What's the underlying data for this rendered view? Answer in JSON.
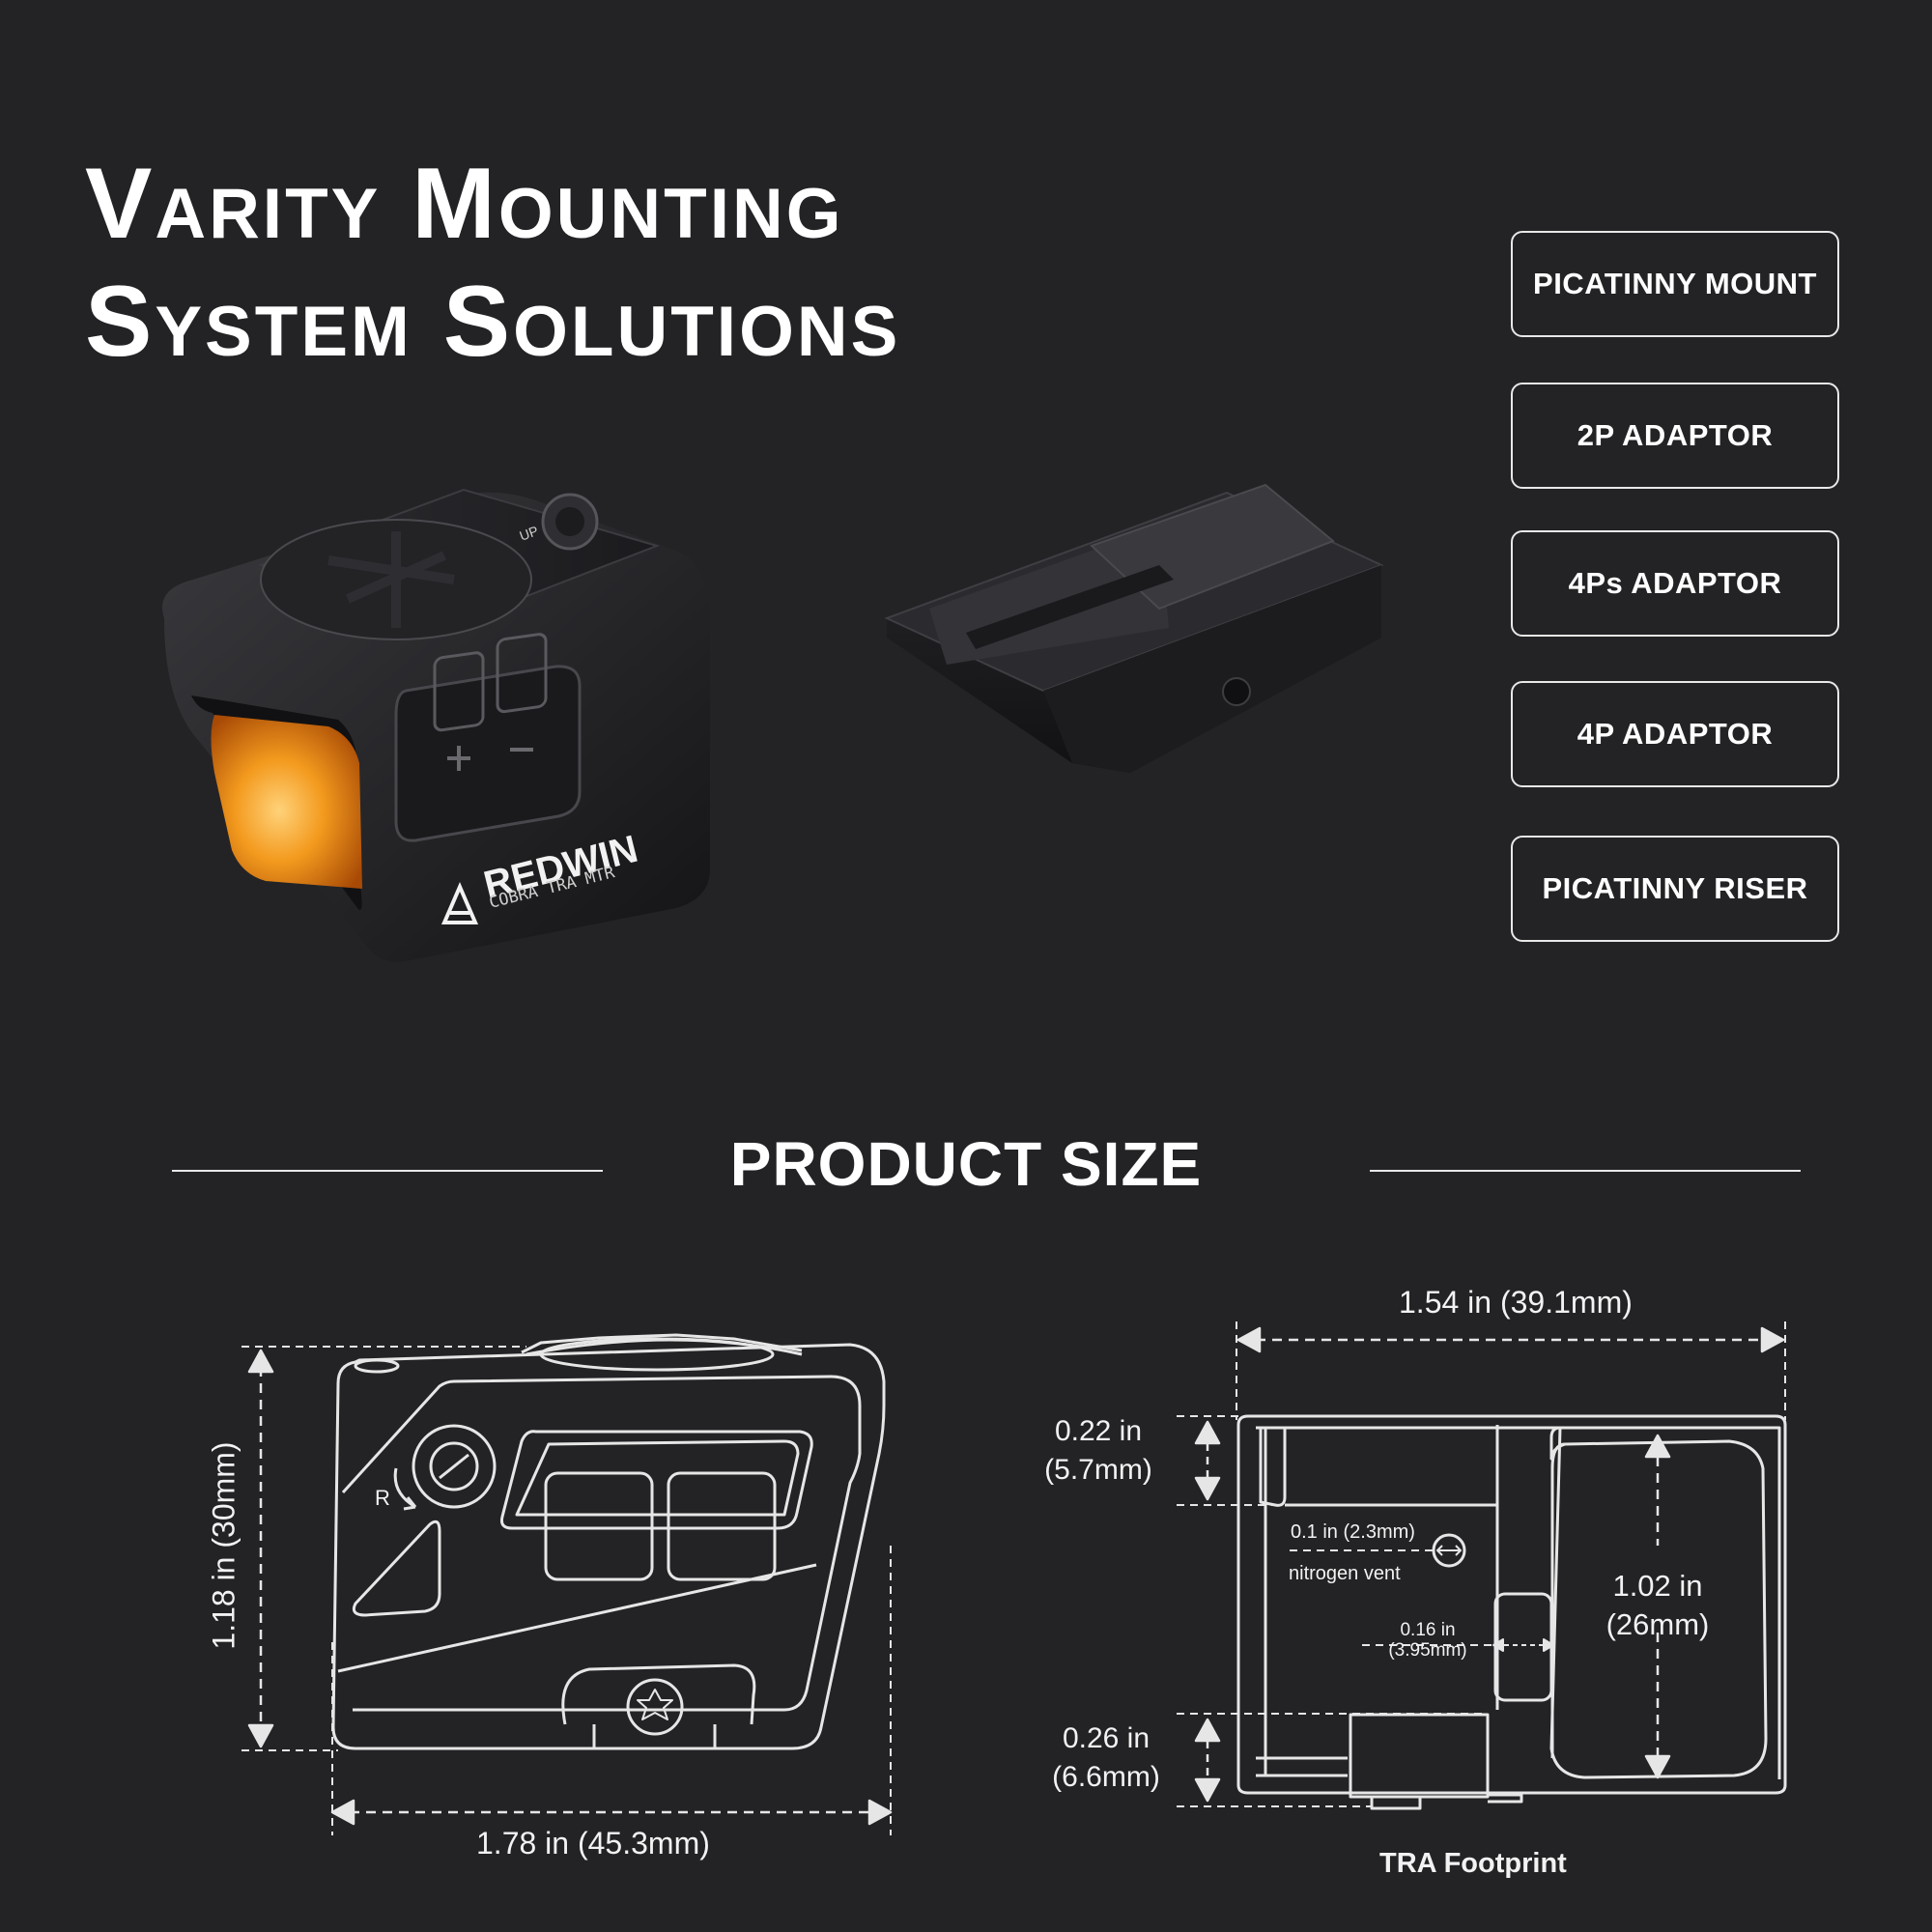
{
  "headline": {
    "line1": "Varity Mounting",
    "line2": "System Solutions"
  },
  "mounting_options": [
    "PICATINNY MOUNT",
    "2P ADAPTOR",
    "4Ps ADAPTOR",
    "4P ADAPTOR",
    "PICATINNY RISER"
  ],
  "product": {
    "brand": "REDWIN",
    "model": "COBRA TRA MTR",
    "turret_mark": "UP",
    "windage_mark": "R"
  },
  "section_title": "PRODUCT SIZE",
  "dimensions": {
    "height": "1.18 in (30mm)",
    "length": "1.78 in (45.3mm)",
    "width": "1.54 in (39.1mm)",
    "top_gap_in": "0.22 in",
    "top_gap_mm": "(5.7mm)",
    "bottom_gap_in": "0.26 in",
    "bottom_gap_mm": "(6.6mm)",
    "vent_size": "0.1 in (2.3mm)",
    "vent_label": "nitrogen vent",
    "battery_gap_in": "0.16 in",
    "battery_gap_mm": "(3.95mm)",
    "footprint_h_in": "1.02 in",
    "footprint_h_mm": "(26mm)",
    "footprint_caption": "TRA Footprint"
  },
  "colors": {
    "background": "#232326",
    "text": "#ffffff",
    "outline": "#e8e8e8",
    "lens_glow": "#f39a1e",
    "body_dark": "#161618"
  }
}
